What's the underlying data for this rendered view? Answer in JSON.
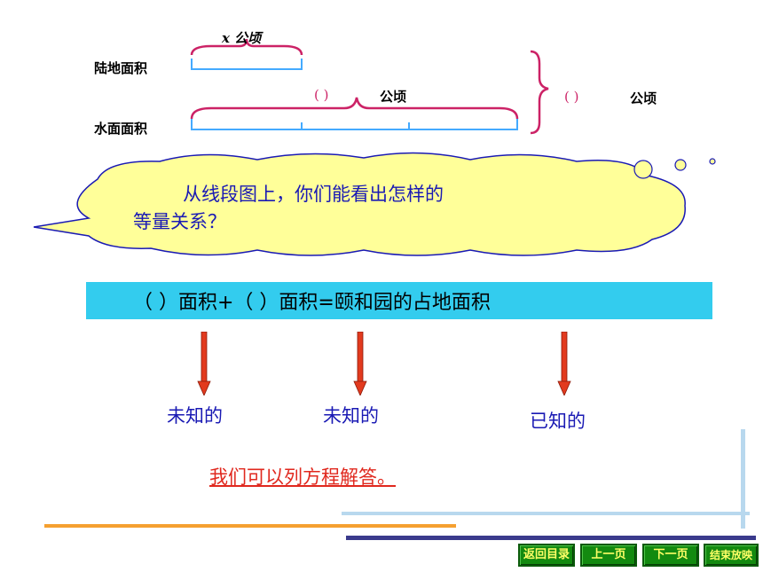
{
  "diagram": {
    "land_label": "陆地面积",
    "water_label": "水面面积",
    "land_unit": "x 公顷",
    "water_unit_paren": "(      )",
    "water_unit_text": "公顷",
    "total_paren": "(      )",
    "total_text": "公顷"
  },
  "cloud": {
    "line1": "从线段图上，你们能看出怎样的",
    "line2": "等量关系？"
  },
  "equation": {
    "text": "（    ）面积+（    ）面积=颐和园的占地面积"
  },
  "labels": {
    "unknown1": "未知的",
    "unknown2": "未知的",
    "known": "已知的"
  },
  "conclusion": "我们可以列方程解答。",
  "nav": {
    "back_to_menu": "返回目录",
    "prev_page": "上一页",
    "next_page": "下一页",
    "end_show": "结束放映"
  },
  "colors": {
    "equation_bar": "#33ccee",
    "cloud_fill": "#ffff99",
    "segment_line": "#44aaff",
    "brace": "#cc2266",
    "arrow": "#e23a1e",
    "nav_button": "#138a10"
  }
}
